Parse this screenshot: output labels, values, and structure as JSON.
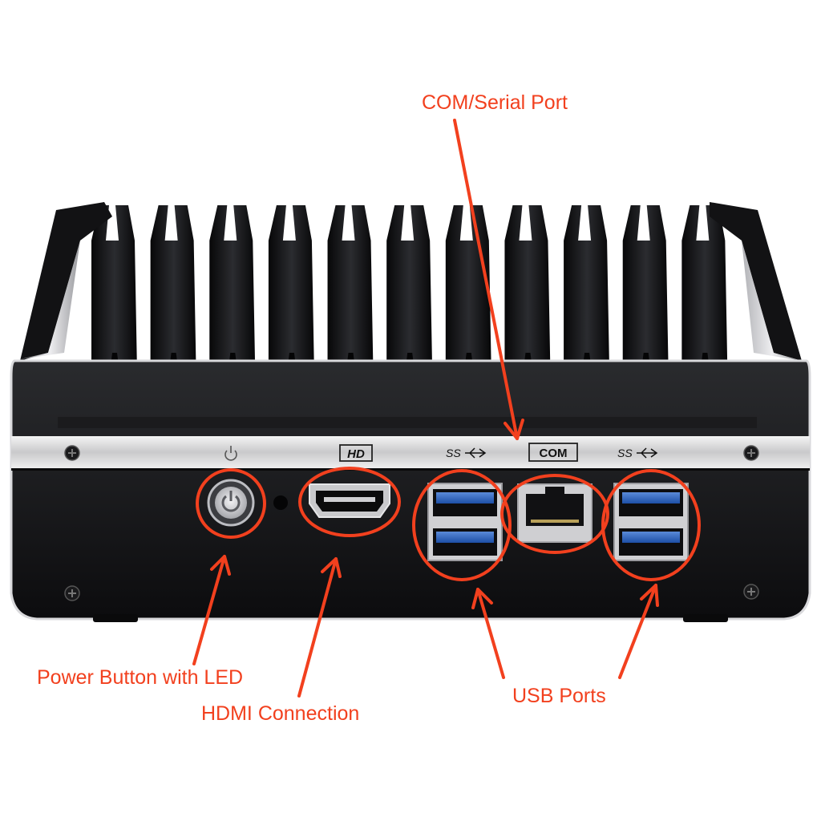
{
  "annotation_color": "#f2401e",
  "device": {
    "port_labels": {
      "hd": "HD",
      "com": "COM",
      "ss_left": "SS",
      "ss_right": "SS"
    },
    "icons": [
      "power-symbol-icon",
      "usb-superspeed-icon",
      "hd-logo-icon"
    ]
  },
  "callouts": {
    "com": "COM/Serial Port",
    "power": "Power Button with LED",
    "hdmi": "HDMI Connection",
    "usb": "USB Ports"
  }
}
